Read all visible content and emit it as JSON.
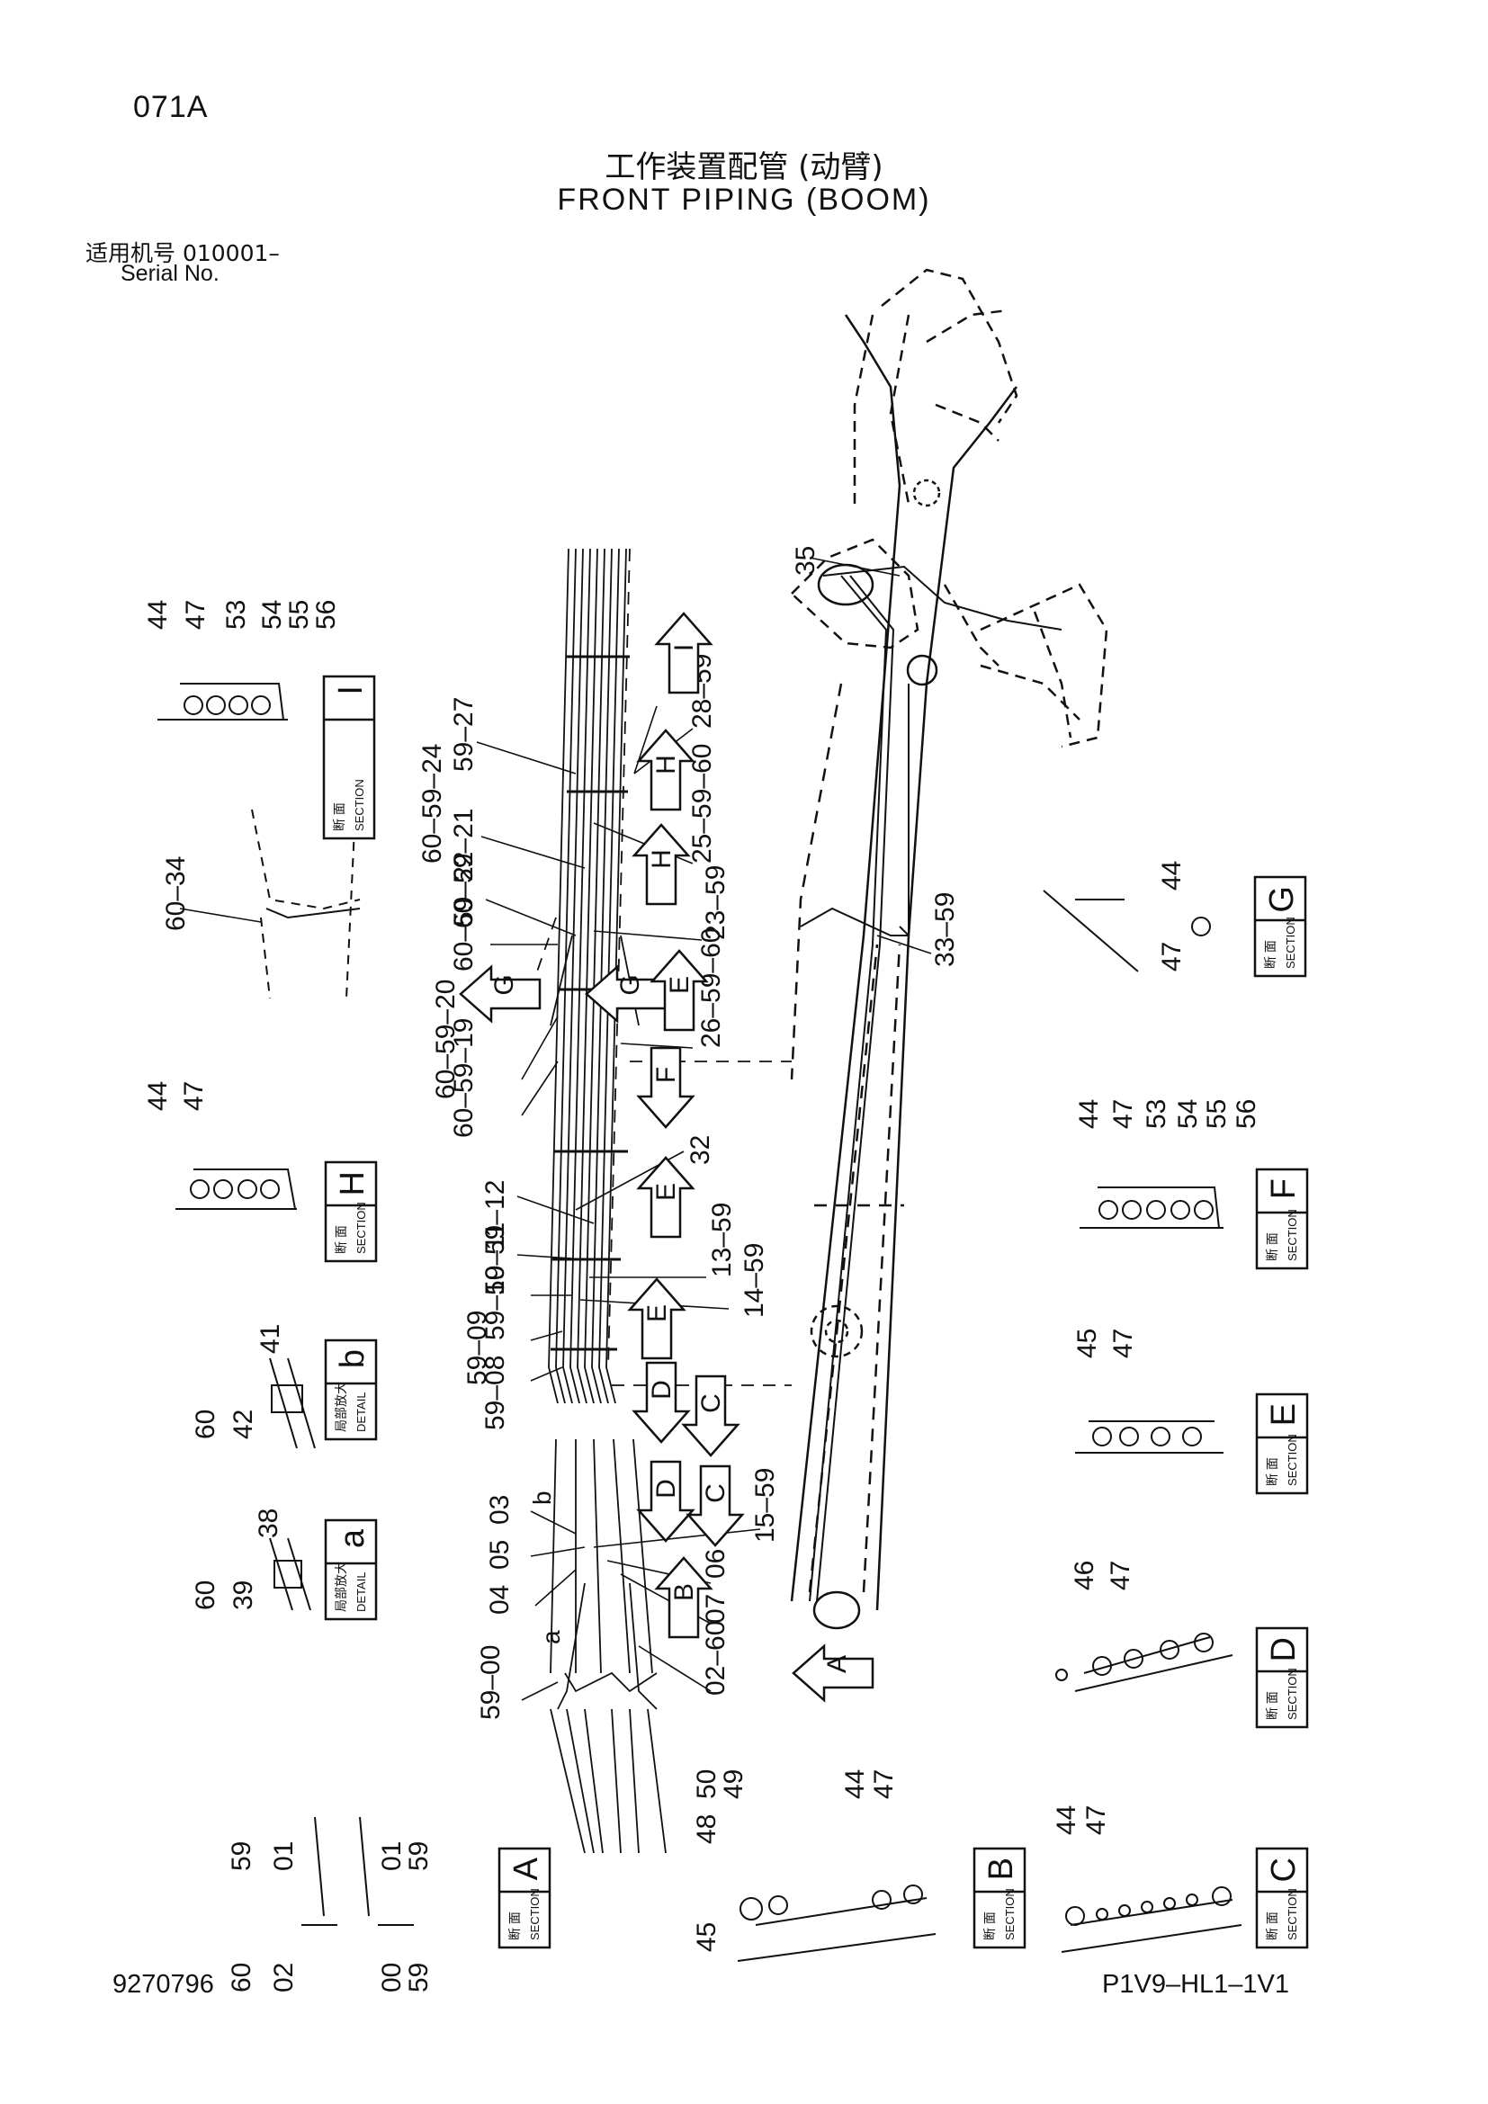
{
  "page_code": "071A",
  "title": {
    "cn": "工作装置配管 (动臂)",
    "en": "FRONT  PIPING  (BOOM)"
  },
  "serial": {
    "cn_label": "适用机号",
    "value": "010001–",
    "en_label": "Serial No."
  },
  "footer": {
    "doc_number": "9270796",
    "drawing_code": "P1V9–HL1–1V1"
  },
  "sections": [
    {
      "id": "I",
      "kind": "section",
      "cn": "断 面",
      "en": "SECTION",
      "parts": [
        "44",
        "47",
        "53",
        "54",
        "55",
        "56"
      ]
    },
    {
      "id": "H",
      "kind": "section",
      "cn": "断 面",
      "en": "SECTION",
      "parts": [
        "44",
        "47"
      ]
    },
    {
      "id": "G",
      "kind": "section",
      "cn": "断 面",
      "en": "SECTION",
      "parts": [
        "44",
        "47"
      ]
    },
    {
      "id": "F",
      "kind": "section",
      "cn": "断 面",
      "en": "SECTION",
      "parts": [
        "44",
        "47",
        "53",
        "54",
        "55",
        "56"
      ]
    },
    {
      "id": "E",
      "kind": "section",
      "cn": "断 面",
      "en": "SECTION",
      "parts": [
        "45",
        "47"
      ]
    },
    {
      "id": "D",
      "kind": "section",
      "cn": "断 面",
      "en": "SECTION",
      "parts": [
        "46",
        "47"
      ]
    },
    {
      "id": "A",
      "kind": "section",
      "cn": "断 面",
      "en": "SECTION",
      "parts": [
        "59",
        "01",
        "60",
        "02",
        "01",
        "59",
        "00",
        "59"
      ]
    },
    {
      "id": "B",
      "kind": "section",
      "cn": "断 面",
      "en": "SECTION",
      "parts": [
        "48",
        "50",
        "49",
        "45",
        "44",
        "47"
      ]
    },
    {
      "id": "C",
      "kind": "section",
      "cn": "断 面",
      "en": "SECTION",
      "parts": [
        "44",
        "47"
      ]
    },
    {
      "id": "b",
      "kind": "detail",
      "cn": "局部放大",
      "en": "DETAIL",
      "parts": [
        "41",
        "60",
        "42"
      ]
    },
    {
      "id": "a",
      "kind": "detail",
      "cn": "局部放大",
      "en": "DETAIL",
      "parts": [
        "38",
        "60",
        "39"
      ]
    }
  ],
  "callouts": {
    "left_column": [
      "59–27",
      "60–59–24",
      "60–59–21",
      "60–59–22",
      "60–59–20",
      "60–59–19",
      "59–12",
      "59–11",
      "59–10",
      "59–09",
      "59–08",
      "03",
      "05",
      "04",
      "59–00"
    ],
    "right_column": [
      "28–59",
      "25–59–60",
      "23–59",
      "26–59–60",
      "32",
      "13–59",
      "14–59",
      "15–59",
      "06",
      "07",
      "02–60",
      "33–59",
      "35"
    ],
    "detail_34": "60–34",
    "letters": [
      "b",
      "a"
    ]
  },
  "view_arrows": [
    "I",
    "H",
    "H",
    "G",
    "G",
    "E",
    "F",
    "E",
    "E",
    "D",
    "C",
    "D",
    "C",
    "B",
    "A"
  ]
}
